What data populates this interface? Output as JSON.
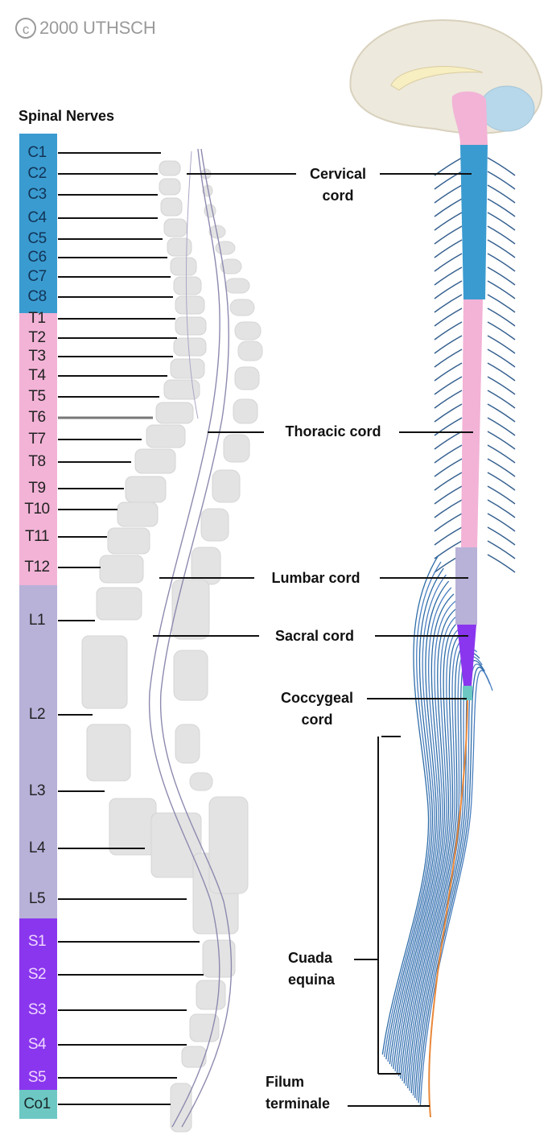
{
  "copyright": {
    "symbol": "c",
    "text": "2000 UTHSCH"
  },
  "title": "Spinal Nerves",
  "colors": {
    "cervical": "#3a9bd0",
    "thoracic": "#f2b3d6",
    "lumbar": "#b8b1d8",
    "sacral": "#8a36ee",
    "coccygeal": "#6dc8c4",
    "nerve": "#35608f",
    "filum": "#e8883a",
    "bone": "#e3e3e3",
    "leader": "#111111"
  },
  "regions": [
    {
      "id": "cervical",
      "segments": [
        "C1",
        "C2",
        "C3",
        "C4",
        "C5",
        "C6",
        "C7",
        "C8"
      ],
      "text_color": "#123456"
    },
    {
      "id": "thoracic",
      "segments": [
        "T1",
        "T2",
        "T3",
        "T4",
        "T5",
        "T6",
        "T7",
        "T8",
        "T9",
        "T10",
        "T11",
        "T12"
      ],
      "text_color": "#222222"
    },
    {
      "id": "lumbar",
      "segments": [
        "L1",
        "L2",
        "L3",
        "L4",
        "L5"
      ],
      "text_color": "#222222"
    },
    {
      "id": "sacral",
      "segments": [
        "S1",
        "S2",
        "S3",
        "S4",
        "S5"
      ],
      "text_color": "#f0d8ff"
    },
    {
      "id": "coccygeal",
      "segments": [
        "Co1"
      ],
      "text_color": "#1a2a2a"
    }
  ],
  "cord_labels": {
    "cervical": [
      "Cervical",
      "cord"
    ],
    "thoracic": [
      "Thoracic cord"
    ],
    "lumbar": [
      "Lumbar cord"
    ],
    "sacral": [
      "Sacral cord"
    ],
    "coccygeal": [
      "Coccygeal",
      "cord"
    ],
    "cauda": [
      "Cuada",
      "equina"
    ],
    "filum": [
      "Filum",
      "terminale"
    ]
  }
}
